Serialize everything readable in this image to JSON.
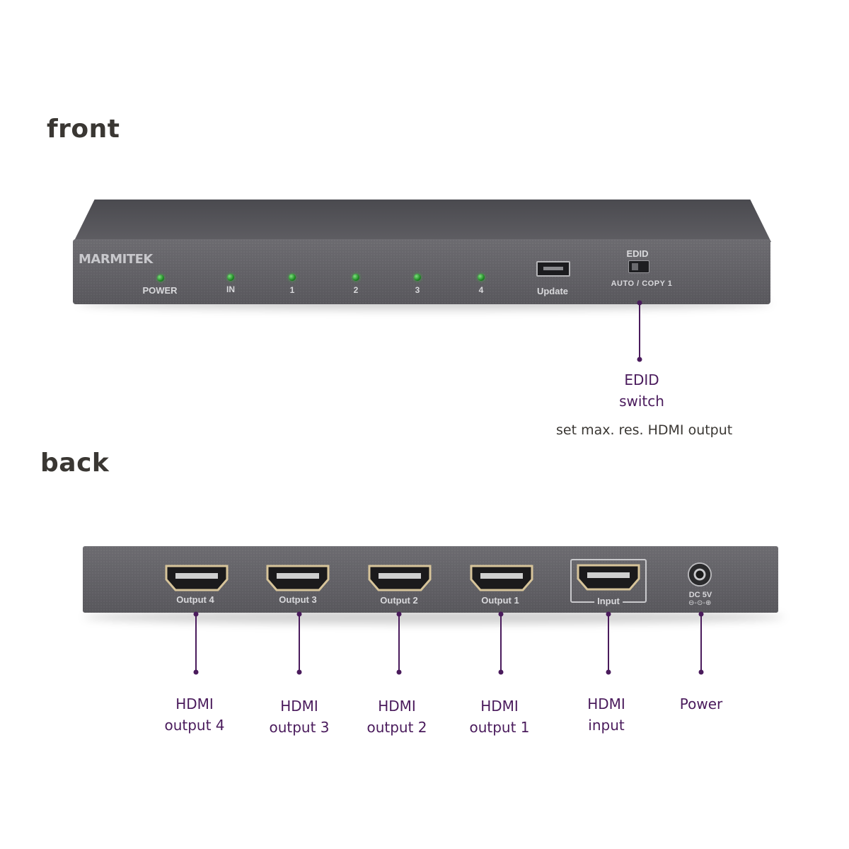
{
  "headings": {
    "front": "front",
    "back": "back"
  },
  "front_panel": {
    "brand": "MARMITEK",
    "leds": [
      "POWER",
      "IN",
      "1",
      "2",
      "3",
      "4"
    ],
    "update_label": "Update",
    "edid_label": "EDID",
    "edid_modes": "AUTO / COPY 1"
  },
  "back_panel": {
    "ports": [
      "Output 4",
      "Output 3",
      "Output 2",
      "Output 1",
      "Input"
    ],
    "dc_label": "DC 5V"
  },
  "callouts": {
    "edid": {
      "line1": "EDID",
      "line2": "switch",
      "note": "set max. res. HDMI output"
    },
    "out4": {
      "line1": "HDMI",
      "line2": "output 4"
    },
    "out3": {
      "line1": "HDMI",
      "line2": "output 3"
    },
    "out2": {
      "line1": "HDMI",
      "line2": "output 2"
    },
    "out1": {
      "line1": "HDMI",
      "line2": "output 1"
    },
    "input": {
      "line1": "HDMI",
      "line2": "input"
    },
    "power": {
      "line1": "Power"
    }
  },
  "colors": {
    "accent": "#4a1b5c",
    "device": "#5f5e63",
    "text": "#3a3733"
  }
}
